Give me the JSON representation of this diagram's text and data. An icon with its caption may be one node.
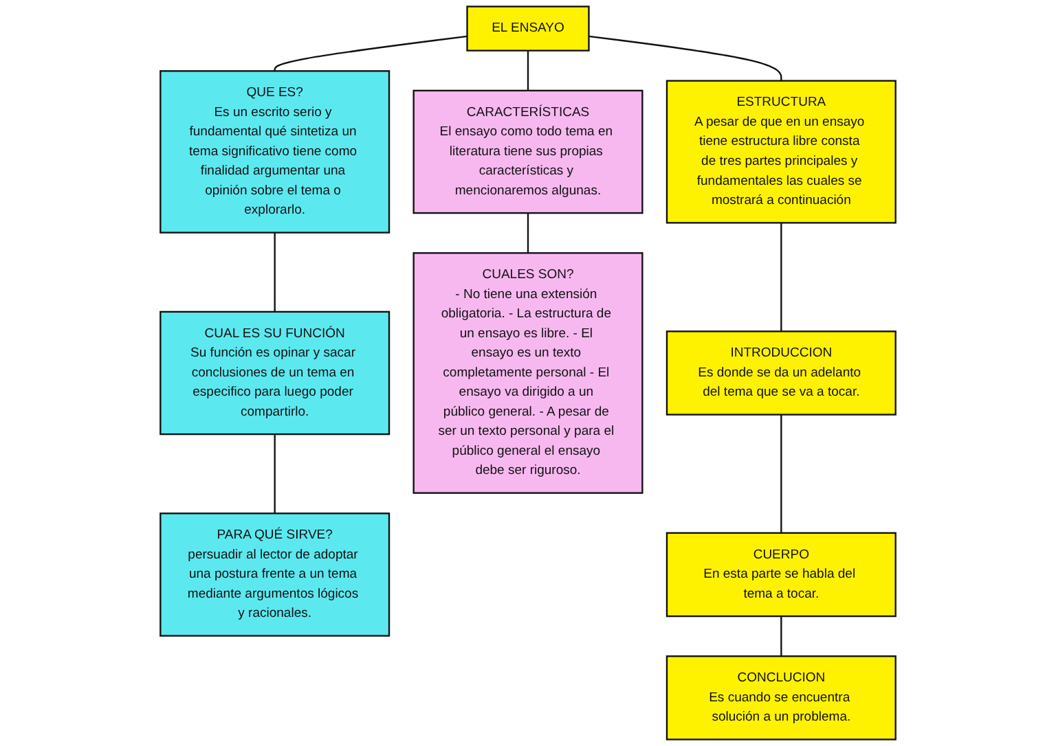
{
  "diagram": {
    "nodes": [
      {
        "text": [
          "EL ENSAYO"
        ]
      },
      {
        "text": [
          "QUE ES?",
          "Es un escrito serio y fundamental qué sintetiza un tema significativo tiene como finalidad argumentar una opinión sobre el tema o explorarlo."
        ]
      },
      {
        "text": [
          "CARACTERÍSTICAS",
          "El ensayo como todo tema en literatura tiene sus propias características y mencionaremos algunas."
        ]
      },
      {
        "text": [
          "ESTRUCTURA",
          "A pesar de que en un ensayo tiene estructura libre consta de tres partes principales y fundamentales las cuales se mostrará a continuación"
        ]
      },
      {
        "text": [
          "CUAL ES SU FUNCIÓN",
          "Su función es opinar y sacar conclusiones de un tema en especifico para luego poder compartirlo."
        ]
      },
      {
        "text": [
          "PARA QUÉ SIRVE?",
          "persuadir al lector de adoptar una postura frente a un tema mediante argumentos lógicos y racionales."
        ]
      },
      {
        "text": [
          "CUALES SON?",
          "- No tiene una extensión obligatoria. - La estructura de un ensayo es libre. - El ensayo es un texto completamente personal - El ensayo va dirigido a un público general. - A pesar de ser un texto personal y para el público general el ensayo debe ser riguroso."
        ]
      },
      {
        "text": [
          "INTRODUCCION",
          "Es donde se da un adelanto del tema que se va a tocar."
        ]
      },
      {
        "text": [
          "CUERPO",
          "En esta parte se habla del tema a tocar."
        ]
      },
      {
        "text": [
          "CONCLUCION",
          "Es cuando se encuentra solución a un problema."
        ]
      }
    ],
    "edges": [
      {
        "from": 0,
        "to": 1,
        "arrow": "none"
      },
      {
        "from": 0,
        "to": 2,
        "arrow": "none"
      },
      {
        "from": 0,
        "to": 3,
        "arrow": "none"
      },
      {
        "from": 1,
        "to": 4,
        "arrow": "none"
      },
      {
        "from": 4,
        "to": 5,
        "arrow": "none"
      },
      {
        "from": 2,
        "to": 6,
        "arrow": "none"
      },
      {
        "from": 3,
        "to": 7,
        "arrow": "none"
      },
      {
        "from": 7,
        "to": 8,
        "arrow": "none"
      },
      {
        "from": 8,
        "to": 9,
        "arrow": "none"
      }
    ]
  }
}
